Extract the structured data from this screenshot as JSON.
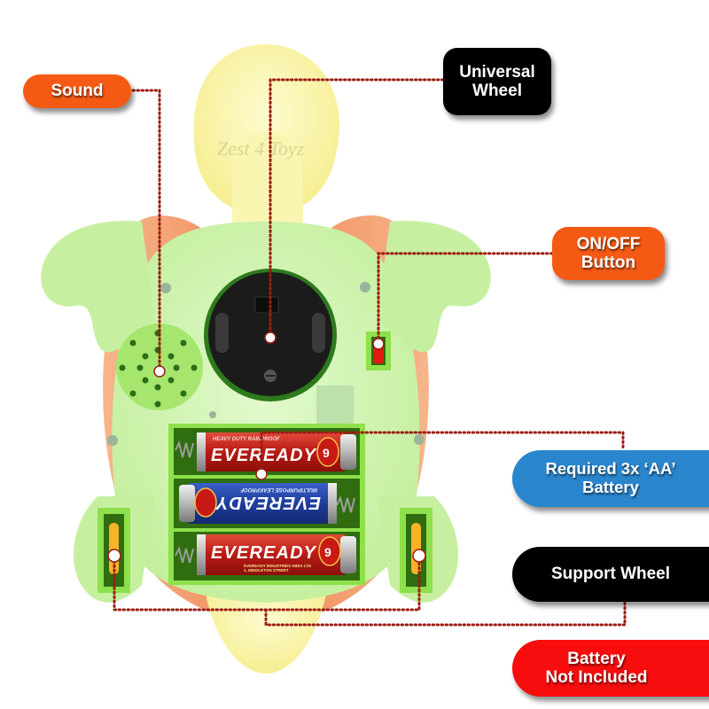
{
  "product": {
    "watermark": "Zest 4 Toyz",
    "colors": {
      "body_green": "#c9f2a4",
      "shell_orange": "#f29a6a",
      "head_yellow": "#f9f3a0",
      "connector": "#9b1c12"
    }
  },
  "callouts": {
    "sound": {
      "label": "Sound",
      "color": "#f55a14"
    },
    "universal_wheel": {
      "line1": "Universal",
      "line2": "Wheel",
      "color": "#000000"
    },
    "on_off": {
      "line1": "ON/OFF",
      "line2": "Button",
      "color": "#f55a14"
    },
    "battery": {
      "line1": "Required 3x ‘AA’",
      "line2": "Battery",
      "color": "#2a86cc"
    },
    "support_wheel": {
      "label": "Support Wheel",
      "color": "#000000"
    },
    "not_included": {
      "line1": "Battery",
      "line2": "Not Included",
      "color": "#f70d0d"
    }
  },
  "batteries": [
    {
      "brand": "EVEREADY",
      "top_text": "HEAVY DUTY   RAINPROOF",
      "color": "#c0201a"
    },
    {
      "brand": "EVEREADY",
      "top_text": "MULTIPURPOSE  LEAKPROOF",
      "color": "#1e3d9c"
    },
    {
      "brand": "EVEREADY",
      "bottom_text": "EVEREADY INDUSTRIES INDIA LTD",
      "address": "1, MIDDLETON STREET",
      "color": "#c0201a"
    }
  ]
}
